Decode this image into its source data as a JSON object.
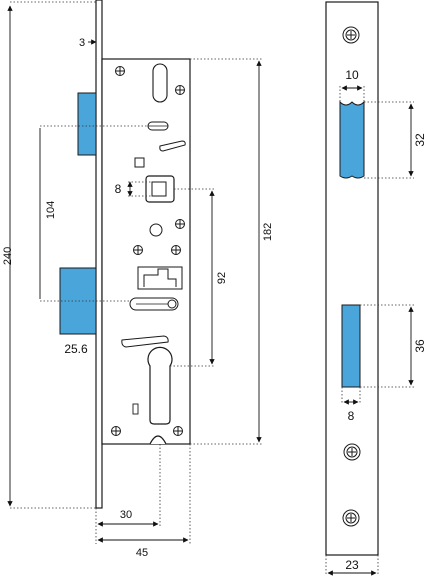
{
  "dimensions": {
    "overall_height": "240",
    "faceplate_offset": "3",
    "latch_to_bolt": "104",
    "spindle_square": "8",
    "body_height": "182",
    "spindle_to_cylinder": "92",
    "bolt_throw": "25.6",
    "backset": "30",
    "case_depth": "45",
    "latch_width": "10",
    "latch_height": "32",
    "bolt_height": "36",
    "bolt_width": "8",
    "faceplate_width": "23"
  },
  "colors": {
    "bolt_fill": "#4aa6da",
    "outline": "#1a1a1a",
    "dim_dotted": "#333333"
  },
  "icons": {
    "screw": "screw-icon",
    "cylinder_hole": "euro-cylinder-icon"
  }
}
